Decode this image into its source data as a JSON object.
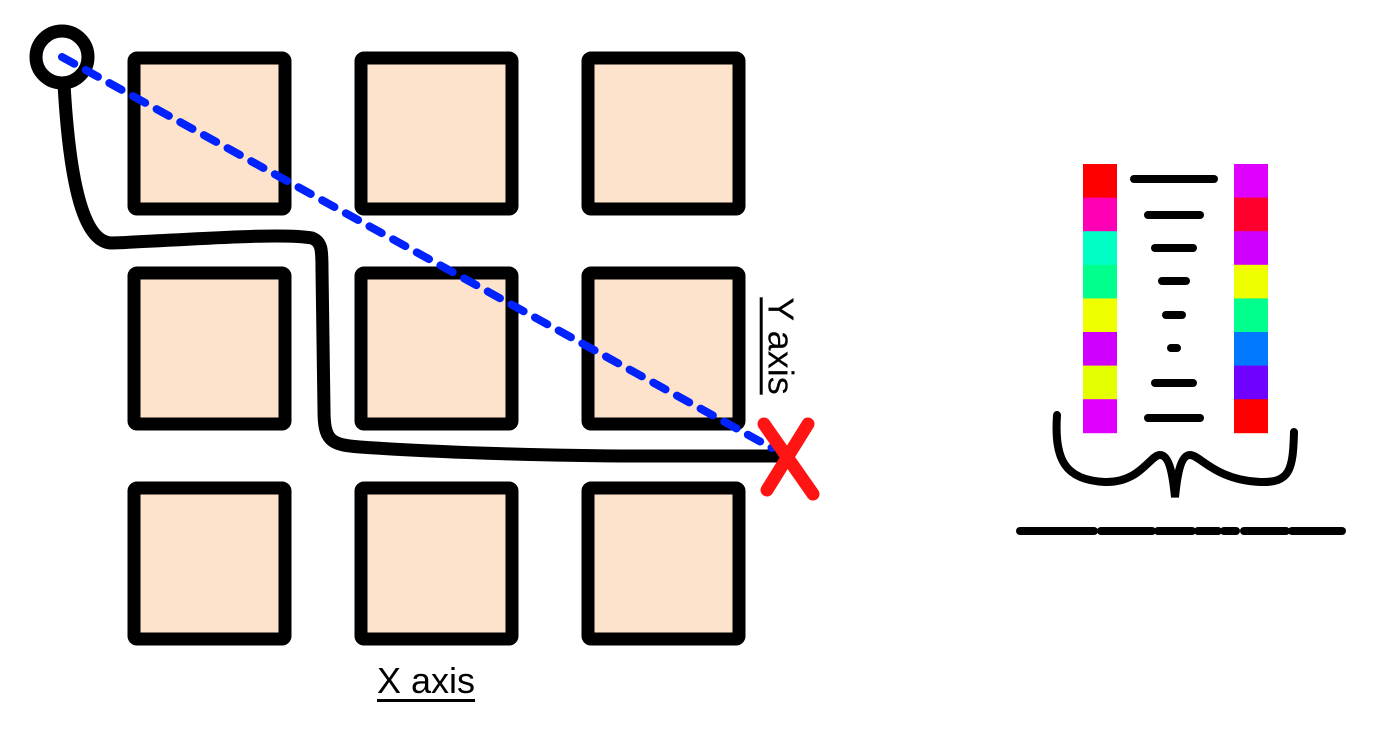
{
  "labels": {
    "x_axis": "X axis",
    "y_axis": "Y axis"
  },
  "colors": {
    "cell_fill": "#fde3cc",
    "outline": "#000000",
    "straight_path": "#0022ff",
    "target_mark": "#ff1414"
  },
  "grid": {
    "rows": 3,
    "cols": 3
  },
  "left_color_column": [
    "#ff0000",
    "#ff00b4",
    "#00ffc4",
    "#00ff8c",
    "#f0ff00",
    "#d000ff",
    "#e4ff00",
    "#e000ff"
  ],
  "right_color_column": [
    "#e000ff",
    "#ff002e",
    "#d000ff",
    "#f0ff00",
    "#00ff8c",
    "#0078ff",
    "#7000ff",
    "#ff0000"
  ]
}
